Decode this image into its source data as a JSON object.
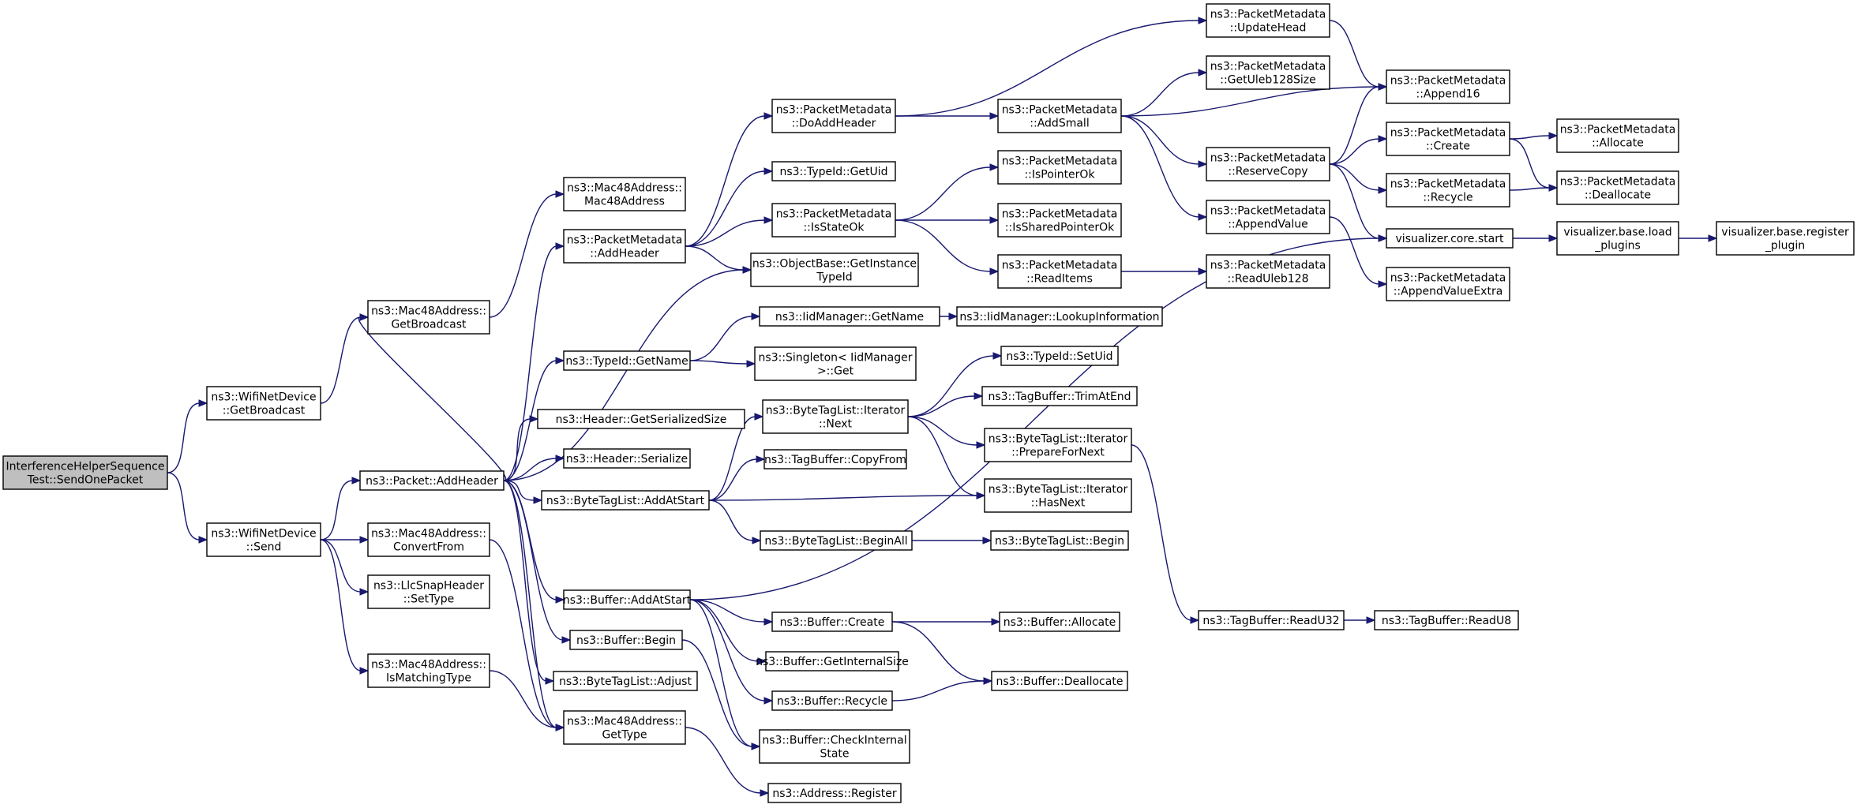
{
  "diagram": {
    "nodes": [
      {
        "id": "root",
        "lines": [
          "InterferenceHelperSequence",
          "Test::SendOnePacket"
        ],
        "root": true
      },
      {
        "id": "wnd_getbcast",
        "lines": [
          "ns3::WifiNetDevice",
          "::GetBroadcast"
        ]
      },
      {
        "id": "wnd_send",
        "lines": [
          "ns3::WifiNetDevice",
          "::Send"
        ]
      },
      {
        "id": "mac_getbcast",
        "lines": [
          "ns3::Mac48Address::",
          "GetBroadcast"
        ]
      },
      {
        "id": "mac_ctor",
        "lines": [
          "ns3::Mac48Address::",
          "Mac48Address"
        ]
      },
      {
        "id": "pkt_addheader",
        "lines": [
          "ns3::Packet::AddHeader"
        ]
      },
      {
        "id": "mac_convert",
        "lines": [
          "ns3::Mac48Address::",
          "ConvertFrom"
        ]
      },
      {
        "id": "llc_settype",
        "lines": [
          "ns3::LlcSnapHeader",
          "::SetType"
        ]
      },
      {
        "id": "mac_ismatch",
        "lines": [
          "ns3::Mac48Address::",
          "IsMatchingType"
        ]
      },
      {
        "id": "pm_addheader",
        "lines": [
          "ns3::PacketMetadata",
          "::AddHeader"
        ]
      },
      {
        "id": "tid_getname",
        "lines": [
          "ns3::TypeId::GetName"
        ]
      },
      {
        "id": "hdr_size",
        "lines": [
          "ns3::Header::GetSerializedSize"
        ]
      },
      {
        "id": "hdr_ser",
        "lines": [
          "ns3::Header::Serialize"
        ]
      },
      {
        "id": "btl_addatstart",
        "lines": [
          "ns3::ByteTagList::AddAtStart"
        ]
      },
      {
        "id": "buf_addatstart",
        "lines": [
          "ns3::Buffer::AddAtStart"
        ]
      },
      {
        "id": "buf_begin",
        "lines": [
          "ns3::Buffer::Begin"
        ]
      },
      {
        "id": "btl_adjust",
        "lines": [
          "ns3::ByteTagList::Adjust"
        ]
      },
      {
        "id": "mac_gettype",
        "lines": [
          "ns3::Mac48Address::",
          "GetType"
        ]
      },
      {
        "id": "pm_doaddheader",
        "lines": [
          "ns3::PacketMetadata",
          "::DoAddHeader"
        ]
      },
      {
        "id": "tid_getuid",
        "lines": [
          "ns3::TypeId::GetUid"
        ]
      },
      {
        "id": "pm_isstateok",
        "lines": [
          "ns3::PacketMetadata",
          "::IsStateOk"
        ]
      },
      {
        "id": "ob_getinst",
        "lines": [
          "ns3::ObjectBase::GetInstance",
          "TypeId"
        ]
      },
      {
        "id": "iid_getname",
        "lines": [
          "ns3::IidManager::GetName"
        ]
      },
      {
        "id": "singleton_get",
        "lines": [
          "ns3::Singleton< IidManager",
          ">::Get"
        ]
      },
      {
        "id": "btl_it_next",
        "lines": [
          "ns3::ByteTagList::Iterator",
          "::Next"
        ]
      },
      {
        "id": "tb_copyfrom",
        "lines": [
          "ns3::TagBuffer::CopyFrom"
        ]
      },
      {
        "id": "btl_beginall",
        "lines": [
          "ns3::ByteTagList::BeginAll"
        ]
      },
      {
        "id": "buf_create",
        "lines": [
          "ns3::Buffer::Create"
        ]
      },
      {
        "id": "buf_getintsize",
        "lines": [
          "ns3::Buffer::GetInternalSize"
        ]
      },
      {
        "id": "buf_recycle",
        "lines": [
          "ns3::Buffer::Recycle"
        ]
      },
      {
        "id": "buf_checkint",
        "lines": [
          "ns3::Buffer::CheckInternal",
          "State"
        ]
      },
      {
        "id": "addr_register",
        "lines": [
          "ns3::Address::Register"
        ]
      },
      {
        "id": "pm_addsmall",
        "lines": [
          "ns3::PacketMetadata",
          "::AddSmall"
        ]
      },
      {
        "id": "pm_ispointerok",
        "lines": [
          "ns3::PacketMetadata",
          "::IsPointerOk"
        ]
      },
      {
        "id": "pm_issharedok",
        "lines": [
          "ns3::PacketMetadata",
          "::IsSharedPointerOk"
        ]
      },
      {
        "id": "pm_readitems",
        "lines": [
          "ns3::PacketMetadata",
          "::ReadItems"
        ]
      },
      {
        "id": "iid_lookup",
        "lines": [
          "ns3::IidManager::LookupInformation"
        ]
      },
      {
        "id": "tid_setuid",
        "lines": [
          "ns3::TypeId::SetUid"
        ]
      },
      {
        "id": "tb_trimatend",
        "lines": [
          "ns3::TagBuffer::TrimAtEnd"
        ]
      },
      {
        "id": "btl_it_prep",
        "lines": [
          "ns3::ByteTagList::Iterator",
          "::PrepareForNext"
        ]
      },
      {
        "id": "btl_it_hasnext",
        "lines": [
          "ns3::ByteTagList::Iterator",
          "::HasNext"
        ]
      },
      {
        "id": "btl_begin",
        "lines": [
          "ns3::ByteTagList::Begin"
        ]
      },
      {
        "id": "buf_allocate",
        "lines": [
          "ns3::Buffer::Allocate"
        ]
      },
      {
        "id": "buf_dealloc",
        "lines": [
          "ns3::Buffer::Deallocate"
        ]
      },
      {
        "id": "pm_updatehead",
        "lines": [
          "ns3::PacketMetadata",
          "::UpdateHead"
        ]
      },
      {
        "id": "pm_getuleb",
        "lines": [
          "ns3::PacketMetadata",
          "::GetUleb128Size"
        ]
      },
      {
        "id": "pm_reservecopy",
        "lines": [
          "ns3::PacketMetadata",
          "::ReserveCopy"
        ]
      },
      {
        "id": "pm_appendvalue",
        "lines": [
          "ns3::PacketMetadata",
          "::AppendValue"
        ]
      },
      {
        "id": "pm_readuleb",
        "lines": [
          "ns3::PacketMetadata",
          "::ReadUleb128"
        ]
      },
      {
        "id": "tb_readu32",
        "lines": [
          "ns3::TagBuffer::ReadU32"
        ]
      },
      {
        "id": "pm_append16",
        "lines": [
          "ns3::PacketMetadata",
          "::Append16"
        ]
      },
      {
        "id": "pm_create",
        "lines": [
          "ns3::PacketMetadata",
          "::Create"
        ]
      },
      {
        "id": "pm_recycle",
        "lines": [
          "ns3::PacketMetadata",
          "::Recycle"
        ]
      },
      {
        "id": "viz_start",
        "lines": [
          "visualizer.core.start"
        ]
      },
      {
        "id": "pm_appendvalextra",
        "lines": [
          "ns3::PacketMetadata",
          "::AppendValueExtra"
        ]
      },
      {
        "id": "tb_readu8",
        "lines": [
          "ns3::TagBuffer::ReadU8"
        ]
      },
      {
        "id": "pm_allocate",
        "lines": [
          "ns3::PacketMetadata",
          "::Allocate"
        ]
      },
      {
        "id": "pm_deallocate",
        "lines": [
          "ns3::PacketMetadata",
          "::Deallocate"
        ]
      },
      {
        "id": "viz_load",
        "lines": [
          "visualizer.base.load",
          "_plugins"
        ]
      },
      {
        "id": "viz_register",
        "lines": [
          "visualizer.base.register",
          "_plugin"
        ]
      }
    ],
    "edges": [
      [
        "root",
        "wnd_getbcast"
      ],
      [
        "root",
        "wnd_send"
      ],
      [
        "wnd_getbcast",
        "mac_getbcast"
      ],
      [
        "mac_getbcast",
        "mac_ctor"
      ],
      [
        "wnd_send",
        "pkt_addheader"
      ],
      [
        "wnd_send",
        "mac_convert"
      ],
      [
        "wnd_send",
        "llc_settype"
      ],
      [
        "wnd_send",
        "mac_ismatch"
      ],
      [
        "pkt_addheader",
        "mac_getbcast"
      ],
      [
        "pkt_addheader",
        "pm_addheader"
      ],
      [
        "pkt_addheader",
        "ob_getinst"
      ],
      [
        "pkt_addheader",
        "tid_getname"
      ],
      [
        "pkt_addheader",
        "hdr_size"
      ],
      [
        "pkt_addheader",
        "hdr_ser"
      ],
      [
        "pkt_addheader",
        "btl_addatstart"
      ],
      [
        "pkt_addheader",
        "buf_addatstart"
      ],
      [
        "pkt_addheader",
        "buf_begin"
      ],
      [
        "pkt_addheader",
        "btl_adjust"
      ],
      [
        "pkt_addheader",
        "mac_gettype"
      ],
      [
        "mac_convert",
        "mac_gettype"
      ],
      [
        "mac_ismatch",
        "mac_gettype"
      ],
      [
        "mac_gettype",
        "addr_register"
      ],
      [
        "pm_addheader",
        "pm_doaddheader"
      ],
      [
        "pm_addheader",
        "tid_getuid"
      ],
      [
        "pm_addheader",
        "pm_isstateok"
      ],
      [
        "pm_addheader",
        "ob_getinst"
      ],
      [
        "tid_getname",
        "iid_getname"
      ],
      [
        "tid_getname",
        "singleton_get"
      ],
      [
        "iid_getname",
        "iid_lookup"
      ],
      [
        "btl_addatstart",
        "btl_it_next"
      ],
      [
        "btl_addatstart",
        "tb_copyfrom"
      ],
      [
        "btl_addatstart",
        "btl_beginall"
      ],
      [
        "btl_addatstart",
        "btl_it_hasnext"
      ],
      [
        "buf_addatstart",
        "viz_start"
      ],
      [
        "buf_addatstart",
        "buf_create"
      ],
      [
        "buf_addatstart",
        "buf_getintsize"
      ],
      [
        "buf_addatstart",
        "buf_recycle"
      ],
      [
        "buf_addatstart",
        "buf_checkint"
      ],
      [
        "buf_begin",
        "buf_checkint"
      ],
      [
        "pm_doaddheader",
        "pm_updatehead"
      ],
      [
        "pm_doaddheader",
        "pm_addsmall"
      ],
      [
        "pm_isstateok",
        "pm_ispointerok"
      ],
      [
        "pm_isstateok",
        "pm_issharedok"
      ],
      [
        "pm_isstateok",
        "pm_readitems"
      ],
      [
        "btl_it_next",
        "tid_setuid"
      ],
      [
        "btl_it_next",
        "tb_trimatend"
      ],
      [
        "btl_it_next",
        "btl_it_prep"
      ],
      [
        "btl_it_next",
        "btl_it_hasnext"
      ],
      [
        "btl_beginall",
        "btl_begin"
      ],
      [
        "buf_create",
        "buf_allocate"
      ],
      [
        "buf_create",
        "buf_dealloc"
      ],
      [
        "buf_recycle",
        "buf_dealloc"
      ],
      [
        "pm_addsmall",
        "pm_getuleb"
      ],
      [
        "pm_addsmall",
        "pm_append16"
      ],
      [
        "pm_addsmall",
        "pm_reservecopy"
      ],
      [
        "pm_addsmall",
        "pm_appendvalue"
      ],
      [
        "pm_readitems",
        "pm_readuleb"
      ],
      [
        "btl_it_prep",
        "tb_readu32"
      ],
      [
        "tb_readu32",
        "tb_readu8"
      ],
      [
        "pm_updatehead",
        "pm_append16"
      ],
      [
        "pm_reservecopy",
        "pm_append16"
      ],
      [
        "pm_reservecopy",
        "pm_create"
      ],
      [
        "pm_reservecopy",
        "pm_recycle"
      ],
      [
        "pm_reservecopy",
        "viz_start"
      ],
      [
        "pm_appendvalue",
        "pm_appendvalextra"
      ],
      [
        "pm_create",
        "pm_allocate"
      ],
      [
        "pm_create",
        "pm_deallocate"
      ],
      [
        "pm_recycle",
        "pm_deallocate"
      ],
      [
        "viz_start",
        "viz_load"
      ],
      [
        "viz_load",
        "viz_register"
      ]
    ]
  }
}
